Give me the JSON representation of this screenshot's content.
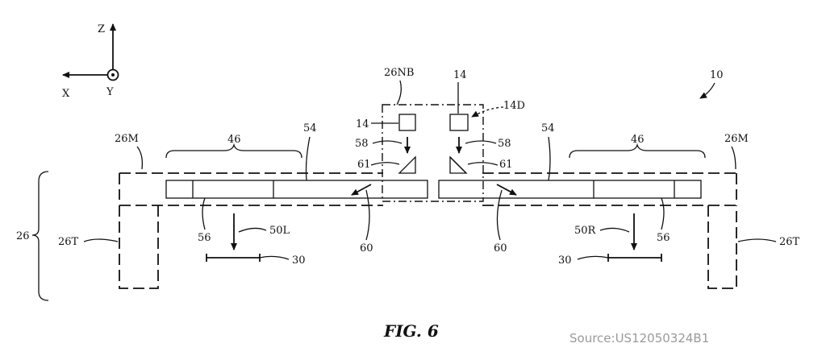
{
  "axes": {
    "z": "Z",
    "x": "X",
    "y": "Y"
  },
  "labels": {
    "ref_10": "10",
    "ref_26": "26",
    "ref_26NB": "26NB",
    "ref_14_top": "14",
    "ref_14_left": "14",
    "ref_14D": "14D",
    "ref_26M_left": "26M",
    "ref_26M_right": "26M",
    "ref_46_left": "46",
    "ref_46_right": "46",
    "ref_54_left": "54",
    "ref_54_right": "54",
    "ref_58_left": "58",
    "ref_58_right": "58",
    "ref_61_left": "61",
    "ref_61_right": "61",
    "ref_26T_left": "26T",
    "ref_26T_right": "26T",
    "ref_56_left": "56",
    "ref_56_right": "56",
    "ref_50L": "50L",
    "ref_50R": "50R",
    "ref_60_left": "60",
    "ref_60_right": "60",
    "ref_30_left": "30",
    "ref_30_right": "30"
  },
  "caption": "FIG. 6",
  "source": "Source:US12050324B1"
}
